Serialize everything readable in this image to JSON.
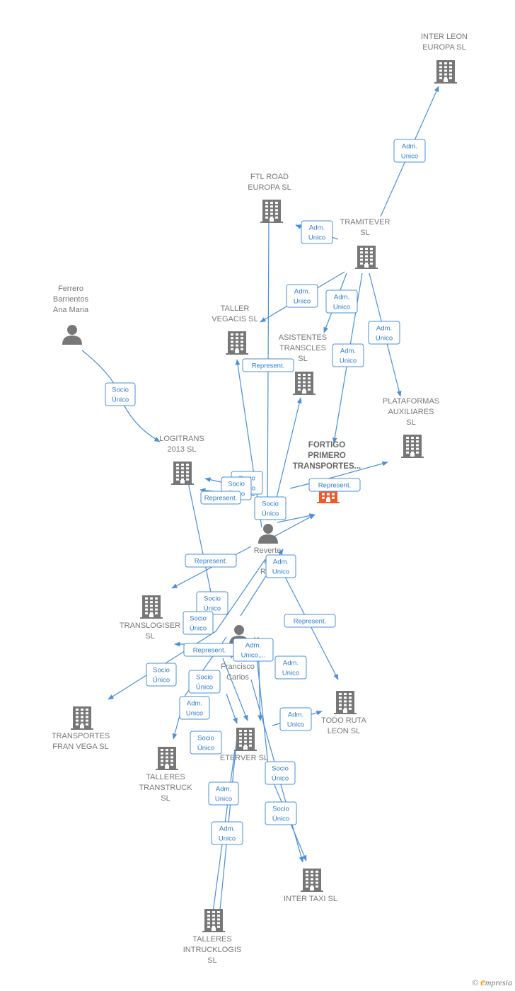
{
  "colors": {
    "edge": "#4a8fd8",
    "node": "#777777",
    "main_node": "#f05a28"
  },
  "nodes": [
    {
      "id": "inter-leon",
      "type": "company",
      "label": [
        "INTER LEON",
        "EUROPA  SL"
      ]
    },
    {
      "id": "ftl-road",
      "type": "company",
      "label": [
        "FTL ROAD",
        "EUROPA  SL"
      ]
    },
    {
      "id": "tramitever",
      "type": "company",
      "label": [
        "TRAMITEVER",
        "SL"
      ]
    },
    {
      "id": "ferrero",
      "type": "person",
      "label": [
        "Ferrero",
        "Barrientos",
        "Ana Maria"
      ]
    },
    {
      "id": "taller-vegacis",
      "type": "company",
      "label": [
        "TALLER",
        "VEGACIS  SL"
      ]
    },
    {
      "id": "asistentes",
      "type": "company",
      "label": [
        "ASISTENTES",
        "TRANSCLES",
        "SL"
      ]
    },
    {
      "id": "plataformas",
      "type": "company",
      "label": [
        "PLATAFORMAS",
        "AUXILIARES",
        "SL"
      ]
    },
    {
      "id": "logitrans",
      "type": "company",
      "label": [
        "LOGITRANS",
        "2013  SL"
      ]
    },
    {
      "id": "fortigo",
      "type": "company",
      "main": true,
      "label": [
        "FORTIGO",
        "PRIMERO",
        "TRANSPORTES..."
      ]
    },
    {
      "id": "reverte",
      "type": "person",
      "label": [
        "Reverte",
        "Al",
        "Ran"
      ]
    },
    {
      "id": "translogiser",
      "type": "company",
      "label": [
        "TRANSLOGISER",
        "SL"
      ]
    },
    {
      "id": "vega",
      "type": "person",
      "label": [
        "Vega",
        "Francisco",
        "Carlos"
      ]
    },
    {
      "id": "transportes-fran",
      "type": "company",
      "label": [
        "TRANSPORTES",
        "FRAN VEGA SL"
      ]
    },
    {
      "id": "todo-ruta",
      "type": "company",
      "label": [
        "TODO RUTA",
        "LEON  SL"
      ]
    },
    {
      "id": "talleres-transtruck",
      "type": "company",
      "label": [
        "TALLERES",
        "TRANSTRUCK",
        "SL"
      ]
    },
    {
      "id": "eterver",
      "type": "company",
      "label": [
        "ETERVER  SL"
      ]
    },
    {
      "id": "inter-taxi",
      "type": "company",
      "label": [
        "INTER TAXI  SL"
      ]
    },
    {
      "id": "talleres-intrucklogis",
      "type": "company",
      "label": [
        "TALLERES",
        "INTRUCKLOGIS",
        "SL"
      ]
    }
  ],
  "relations": [
    {
      "label": [
        "Adm.",
        "Unico"
      ]
    },
    {
      "label": [
        "Adm.",
        "Unico"
      ]
    },
    {
      "label": [
        "Adm.",
        "Unico"
      ]
    },
    {
      "label": [
        "Adm.",
        "Unico"
      ]
    },
    {
      "label": [
        "Adm.",
        "Unico"
      ]
    },
    {
      "label": [
        "Adm.",
        "Unico"
      ]
    },
    {
      "label": [
        "Socio",
        "Único"
      ]
    },
    {
      "label": [
        "Represent."
      ]
    },
    {
      "label": [
        "Socio",
        "Único"
      ]
    },
    {
      "label": [
        "Socio",
        "Único"
      ]
    },
    {
      "label": [
        "Socio",
        "Único"
      ]
    },
    {
      "label": [
        "Represent."
      ]
    },
    {
      "label": [
        "Represent."
      ]
    },
    {
      "label": [
        "Represent."
      ]
    },
    {
      "label": [
        "Socio",
        "Único"
      ]
    },
    {
      "label": [
        "Adm.",
        "Unico"
      ]
    },
    {
      "label": [
        "Socio",
        "Único"
      ]
    },
    {
      "label": [
        "Represent."
      ]
    },
    {
      "label": [
        "Represent."
      ]
    },
    {
      "label": [
        "Adm.",
        "Unico,..."
      ]
    },
    {
      "label": [
        "Socio",
        "Único"
      ]
    },
    {
      "label": [
        "Adm.",
        "Unico"
      ]
    },
    {
      "label": [
        "Socio",
        "Único"
      ]
    },
    {
      "label": [
        "Adm.",
        "Unico"
      ]
    },
    {
      "label": [
        "Adm.",
        "Unico"
      ]
    },
    {
      "label": [
        "Socio",
        "Único"
      ]
    },
    {
      "label": [
        "Socio",
        "Único"
      ]
    },
    {
      "label": [
        "Adm.",
        "Unico"
      ]
    },
    {
      "label": [
        "Adm.",
        "Unico"
      ]
    },
    {
      "label": [
        "Socio",
        "Único"
      ]
    }
  ],
  "brand": {
    "copyright": "©",
    "initial": "e",
    "name": "mpresia"
  }
}
